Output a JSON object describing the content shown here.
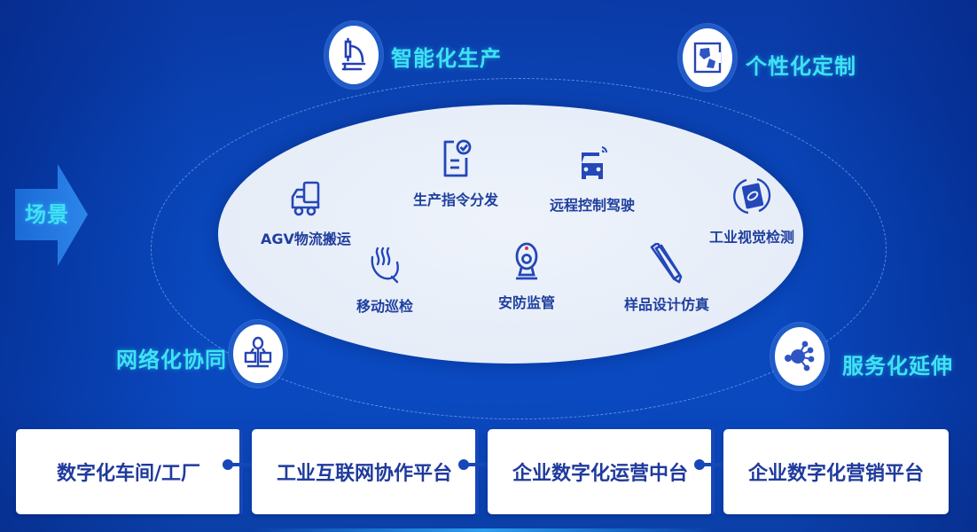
{
  "colors": {
    "background": "#0744b8",
    "accent_cyan": "#3ee3f4",
    "icon_blue": "#1f47b8",
    "label_navy": "#1f3f9e",
    "ellipse_fill": "#e8eef9",
    "box_fill": "#ffffff"
  },
  "scene": {
    "label": "场景",
    "icon": "right-arrow-icon"
  },
  "features": [
    {
      "label": "智能化生产",
      "icon": "microscope-icon"
    },
    {
      "label": "个性化定制",
      "icon": "custom-frame-icon"
    },
    {
      "label": "网络化协同",
      "icon": "network-collab-icon"
    },
    {
      "label": "服务化延伸",
      "icon": "hub-nodes-icon"
    }
  ],
  "scenarios": [
    {
      "label": "AGV物流搬运",
      "icon": "truck-icon"
    },
    {
      "label": "生产指令分发",
      "icon": "document-check-icon"
    },
    {
      "label": "远程控制驾驶",
      "icon": "remote-car-icon"
    },
    {
      "label": "工业视觉检测",
      "icon": "vision-scan-icon"
    },
    {
      "label": "移动巡检",
      "icon": "inspection-wave-icon"
    },
    {
      "label": "安防监管",
      "icon": "camera-icon"
    },
    {
      "label": "样品设计仿真",
      "icon": "ruler-pencil-icon"
    }
  ],
  "platforms": [
    {
      "label": "数字化车间/工厂"
    },
    {
      "label": "工业互联网协作平台"
    },
    {
      "label": "企业数字化运营中台"
    },
    {
      "label": "企业数字化营销平台"
    }
  ]
}
